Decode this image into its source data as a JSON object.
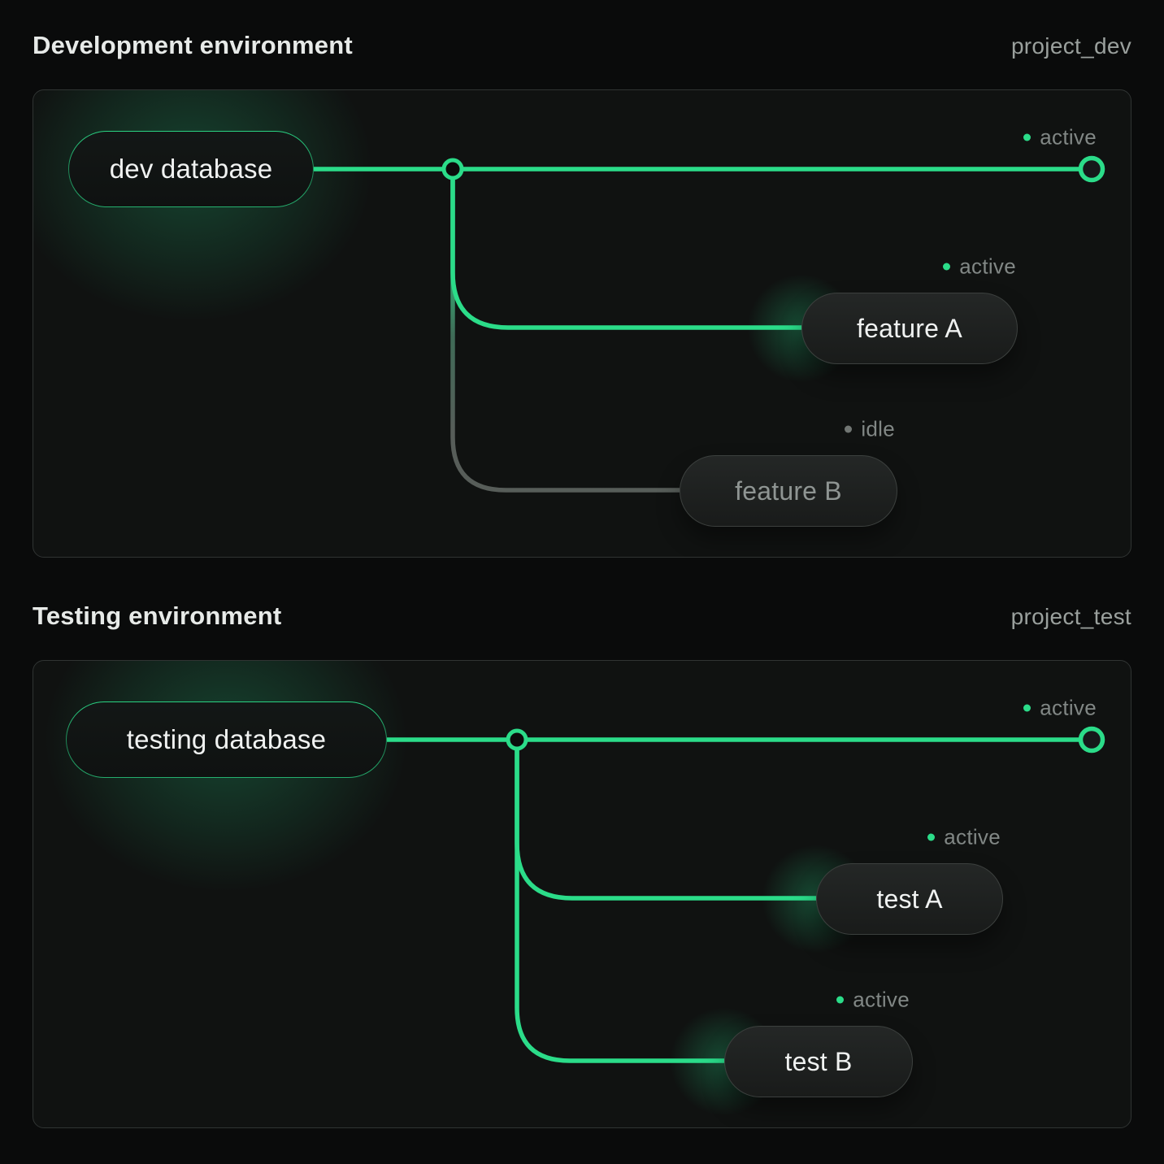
{
  "colors": {
    "accent_green": "#2bdc89",
    "idle_gray": "#717673",
    "line_gray": "#575d59",
    "panel_border": "#303433",
    "status_text": "#818785"
  },
  "sections": [
    {
      "title": "Development environment",
      "project": "project_dev",
      "database": {
        "label": "dev database"
      },
      "main_status": "active",
      "branches": [
        {
          "label": "feature A",
          "status": "active"
        },
        {
          "label": "feature B",
          "status": "idle"
        }
      ]
    },
    {
      "title": "Testing environment",
      "project": "project_test",
      "database": {
        "label": "testing database"
      },
      "main_status": "active",
      "branches": [
        {
          "label": "test A",
          "status": "active"
        },
        {
          "label": "test B",
          "status": "active"
        }
      ]
    }
  ]
}
